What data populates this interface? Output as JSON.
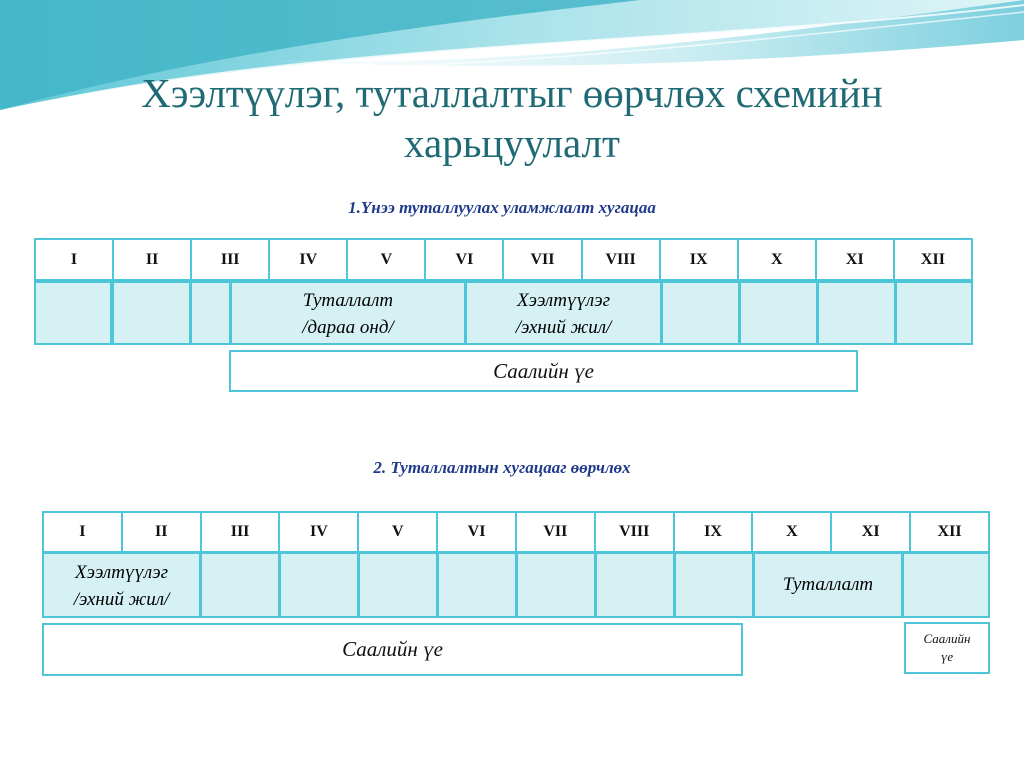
{
  "title": "Хээлтүүлэг, туталлалтыг өөрчлөх схемийн харьцуулалт",
  "section1": {
    "heading": "1.Үнээ туталлуулах уламжлалт хугацаа",
    "months": [
      "I",
      "II",
      "III",
      "IV",
      "V",
      "VI",
      "VII",
      "VIII",
      "IX",
      "X",
      "XI",
      "XII"
    ],
    "cell_tugallalt_line1": "Туталлалт",
    "cell_tugallalt_line2": "/дараа онд/",
    "cell_heeltuuleg_line1": "Хээлтүүлэг",
    "cell_heeltuuleg_line2": "/эхний жил/",
    "milking_label": "Саалийн үе"
  },
  "section2": {
    "heading": "2. Туталлалтын хугацааг өөрчлөх",
    "months": [
      "I",
      "II",
      "III",
      "IV",
      "V",
      "VI",
      "VII",
      "VIII",
      "IX",
      "X",
      "XI",
      "XII"
    ],
    "cell_heeltuuleg_line1": "Хээлтүүлэг",
    "cell_heeltuuleg_line2": "/эхний жил/",
    "cell_tugallalt": "Туталлалт",
    "milking_label": "Саалийн үе",
    "milking_small_line1": "Саалийн",
    "milking_small_line2": "үе"
  },
  "colors": {
    "title": "#1f6a74",
    "heading": "#1f3a8a",
    "border": "#4fc5d8",
    "cell_fill": "#d6f1f4"
  }
}
